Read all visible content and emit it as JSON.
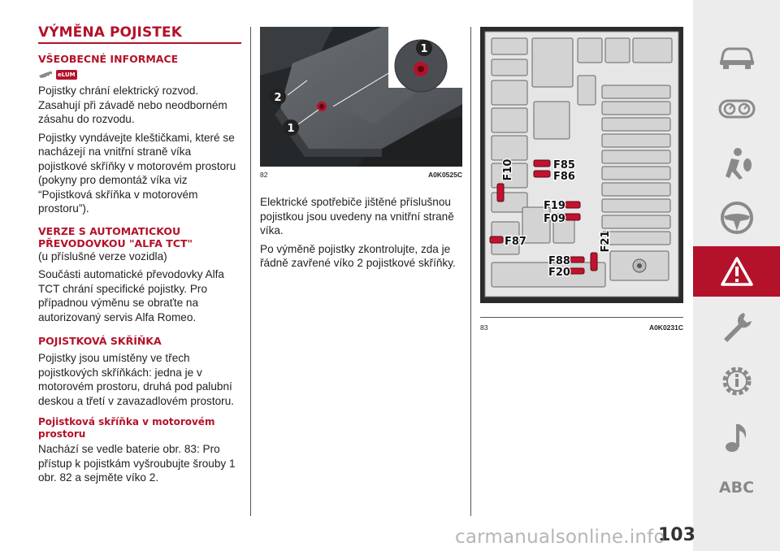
{
  "section_title": "VÝMĚNA POJISTEK",
  "general": {
    "heading": "VŠEOBECNÉ INFORMACE",
    "badge": "eLUM",
    "p1": "Pojistky chrání elektrický rozvod. Zasahují při závadě nebo neodborném zásahu do rozvodu.",
    "p2": "Pojistky vyndávejte kleštičkami, které se nacházejí na vnitřní straně víka pojistkové skříňky v motorovém prostoru (pokyny pro demontáž víka viz “Pojistková skříňka v motorovém prostoru”)."
  },
  "auto_trans": {
    "heading_line1": "VERZE S AUTOMATICKOU",
    "heading_line2": "PŘEVODOVKOU \"ALFA TCT\"",
    "note": "(u příslušné verze vozidla)",
    "p1": "Součásti automatické převodovky Alfa TCT chrání specifické pojistky. Pro případnou výměnu se obraťte na autorizovaný servis Alfa Romeo."
  },
  "fuse_box": {
    "heading": "POJISTKOVÁ SKŘÍŇKA",
    "p1": "Pojistky jsou umístěny ve třech pojistkových skříňkách: jedna je v motorovém prostoru, druhá pod palubní deskou a třetí v zavazadlovém prostoru.",
    "engine_heading_line1": "Pojistková skříňka v motorovém",
    "engine_heading_line2": "prostoru",
    "p2": "Nachází se vedle baterie obr. 83: Pro přístup k pojistkám vyšroubujte šrouby 1 obr. 82 a sejměte víko 2."
  },
  "figure82": {
    "number": "82",
    "code": "A0K0525C",
    "callouts": [
      "1",
      "2",
      "1"
    ]
  },
  "middle": {
    "p1": "Elektrické spotřebiče jištěné příslušnou pojistkou jsou uvedeny na vnitřní straně víka.",
    "p2": "Po výměně pojistky zkontrolujte, zda je řádně zavřené víko 2 pojistkové skříňky."
  },
  "figure83": {
    "number": "83",
    "code": "A0K0231C",
    "fuse_labels": [
      "F10",
      "F85",
      "F86",
      "F19",
      "F09",
      "F87",
      "F21",
      "F88",
      "F20"
    ]
  },
  "page_number": "103",
  "watermark": "carmanualsonline.info",
  "sidebar": {
    "items": [
      "car-icon",
      "dashboard-gauges-icon",
      "airbag-person-icon",
      "steering-wheel-icon",
      "warning-triangle-icon",
      "wrench-icon",
      "info-gear-icon",
      "music-note-icon",
      "index-abc"
    ],
    "abc_label": "ABC",
    "active_index": 4,
    "active_color": "#b4122a"
  },
  "colors": {
    "accent": "#b4122a",
    "sidebar_bg": "#ececec",
    "sidebar_icon": "#8a8a8a"
  }
}
